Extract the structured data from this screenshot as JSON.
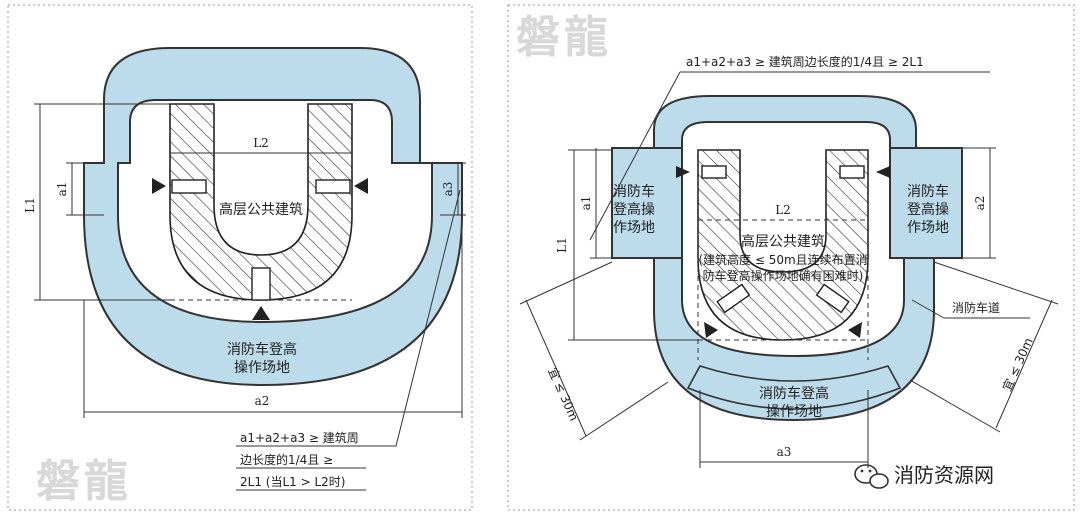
{
  "watermark": "磐龍",
  "left": {
    "building_label": "高层公共建筑",
    "area_label": [
      "消防车登高",
      "操作场地"
    ],
    "dims": {
      "L1": "L1",
      "L2": "L2",
      "a1": "a1",
      "a2": "a2",
      "a3": "a3"
    },
    "note": [
      "a1+a2+a3 ≥ 建筑周",
      "边长度的1/4且 ≥",
      "2L1 (当L1 > L2时)"
    ]
  },
  "right": {
    "top_note": "a1+a2+a3 ≥ 建筑周边长度的1/4且 ≥ 2L1",
    "building_label": "高层公共建筑",
    "building_sub": [
      "(建筑高度 ≤ 50m且连续布置消",
      "防车登高操作场地确有困难时)"
    ],
    "area_label": [
      "消防车登高",
      "操作场地"
    ],
    "side_area_label": [
      "消防车",
      "登高操",
      "作场地"
    ],
    "road_label": "消防车道",
    "spacing_label": "宜 ≤ 30m",
    "dims": {
      "L1": "L1",
      "L2": "L2",
      "a1": "a1",
      "a2": "a2",
      "a3": "a3"
    }
  },
  "brand": {
    "icon": "wechat-icon",
    "text": "消防资源网"
  }
}
